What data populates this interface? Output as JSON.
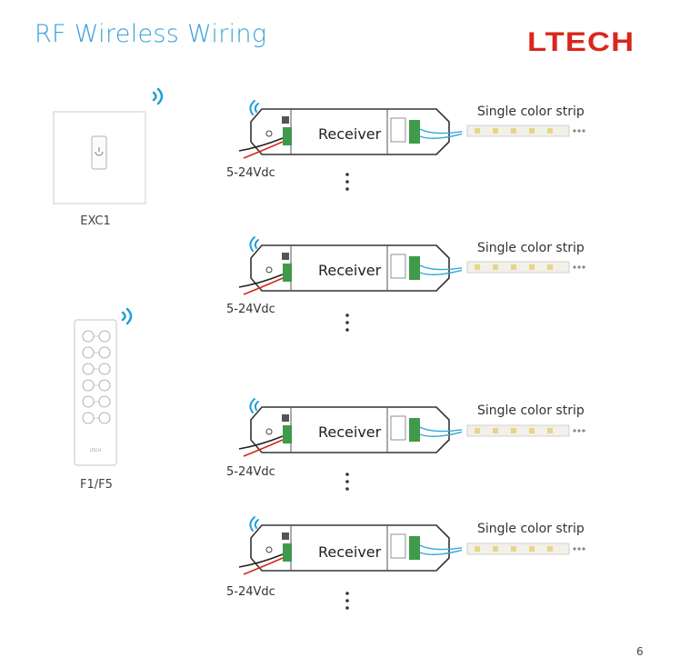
{
  "header": {
    "title": "RF Wireless Wiring",
    "logo": "LTECH"
  },
  "devices": [
    {
      "label": "EXC1",
      "type": "wall-panel",
      "icon": "power-icon"
    },
    {
      "label": "F1/F5",
      "type": "remote",
      "brand_mark": "LTECH"
    }
  ],
  "receivers": [
    {
      "receiver_label": "Receiver",
      "voltage": "5-24Vdc",
      "strip_label": "Single color strip"
    },
    {
      "receiver_label": "Receiver",
      "voltage": "5-24Vdc",
      "strip_label": "Single color strip"
    },
    {
      "receiver_label": "Receiver",
      "voltage": "5-24Vdc",
      "strip_label": "Single color strip"
    },
    {
      "receiver_label": "Receiver",
      "voltage": "5-24Vdc",
      "strip_label": "Single color strip"
    }
  ],
  "page_number": "6",
  "colors": {
    "title": "#3aa0d8",
    "logo": "#d9261c",
    "wireless": "#1e9fd8",
    "wire_red": "#d9261c",
    "wire_blue": "#35a8d8",
    "terminal_green": "#3f9a4a"
  }
}
